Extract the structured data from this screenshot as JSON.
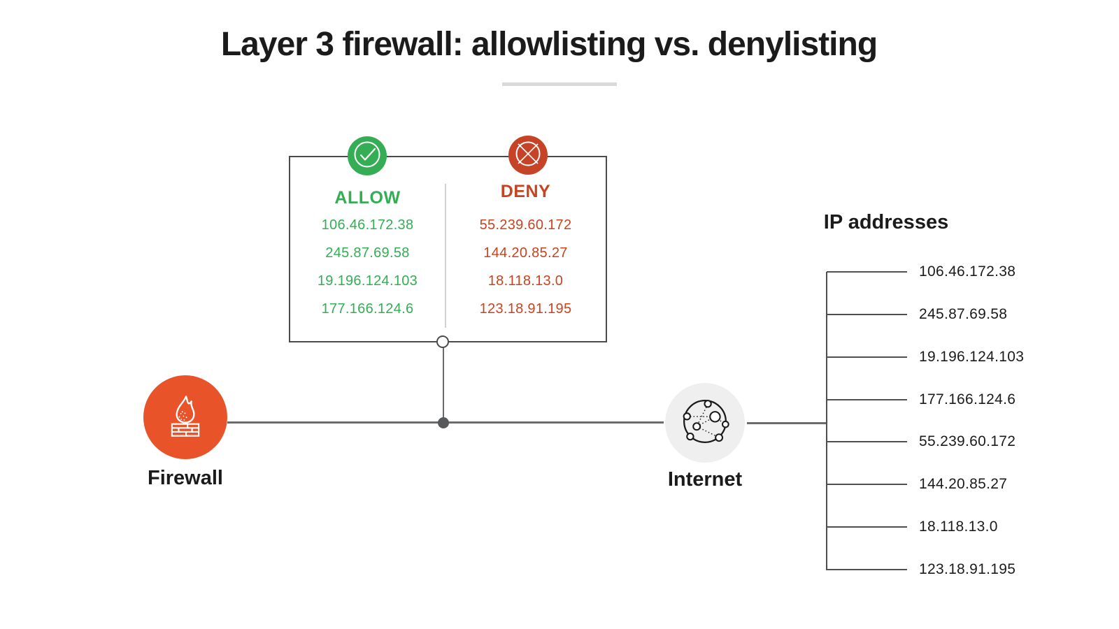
{
  "title": "Layer 3 firewall: allowlisting vs. denylisting",
  "rules_box": {
    "allow": {
      "label": "ALLOW",
      "ips": [
        "106.46.172.38",
        "245.87.69.58",
        "19.196.124.103",
        "177.166.124.6"
      ]
    },
    "deny": {
      "label": "DENY",
      "ips": [
        "55.239.60.172",
        "144.20.85.27",
        "18.118.13.0",
        "123.18.91.195"
      ]
    }
  },
  "nodes": {
    "firewall": {
      "label": "Firewall"
    },
    "internet": {
      "label": "Internet"
    }
  },
  "ip_list": {
    "heading": "IP addresses",
    "ips": [
      "106.46.172.38",
      "245.87.69.58",
      "19.196.124.103",
      "177.166.124.6",
      "55.239.60.172",
      "144.20.85.27",
      "18.118.13.0",
      "123.18.91.195"
    ]
  },
  "icons": {
    "allow_badge": "check-circle-icon",
    "deny_badge": "cross-circle-icon",
    "firewall": "firewall-flame-brick-icon",
    "internet": "network-globe-icon"
  },
  "colors": {
    "allow_green": "#35ad55",
    "deny_red": "#c8431f",
    "deny_badge_red": "#c64327",
    "firewall_orange": "#e9532a",
    "internet_circle_gray": "#efefef",
    "line_gray": "#6b6b6b",
    "bracket_gray": "#4f4f50",
    "box_border_gray": "#4b4b4d",
    "title_underline_gray": "#d9d9d9",
    "text_black": "#1b1b1b"
  }
}
